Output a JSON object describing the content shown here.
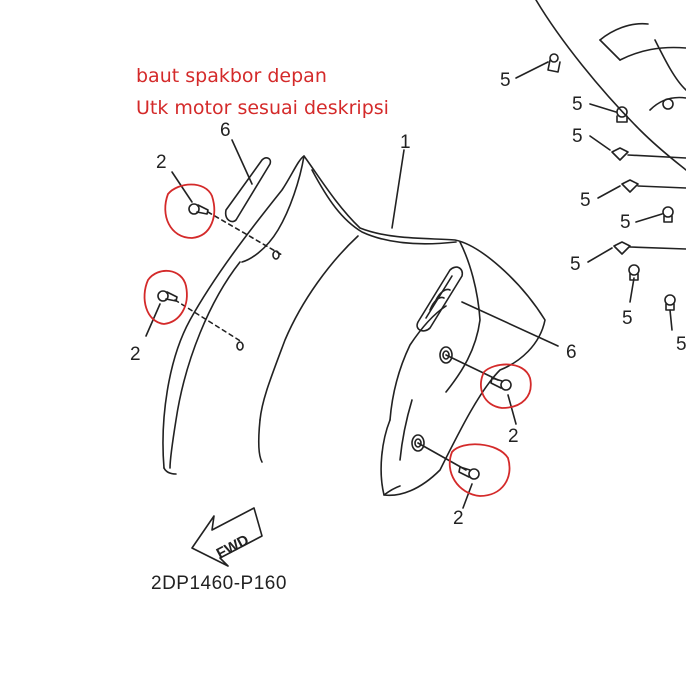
{
  "annotation": {
    "line1": "baut spakbor depan",
    "line2": "Utk motor sesuai deskripsi",
    "color": "#d42a2a"
  },
  "part_code": "2DP1460-P160",
  "fwd_label": "FWD",
  "callouts": {
    "fender": "1",
    "bolt": "2",
    "clip": "5",
    "emblem": "6"
  },
  "icons": [
    "fwd-arrow-icon",
    "bolt-icon",
    "clip-icon"
  ]
}
